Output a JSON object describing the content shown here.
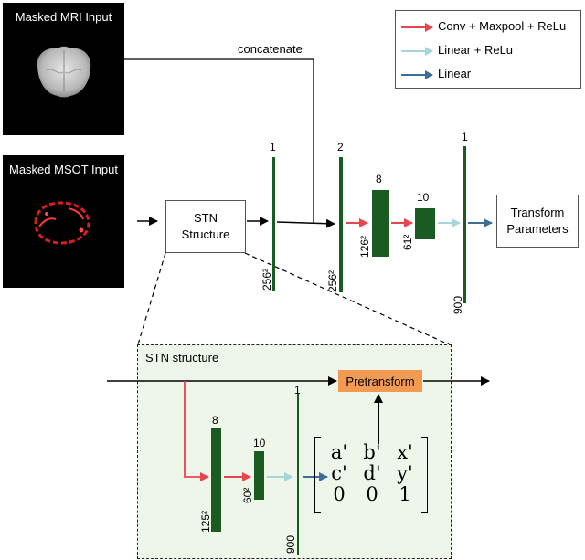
{
  "inputs": {
    "mri_title": "Masked MRI Input",
    "msot_title": "Masked MSOT Input"
  },
  "labels": {
    "concatenate": "concatenate",
    "stn_box_line1": "STN",
    "stn_box_line2": "Structure",
    "output_line1": "Transform",
    "output_line2": "Parameters",
    "stn_panel_title": "STN structure",
    "pretransform": "Pretransform"
  },
  "legend": [
    {
      "label": "Conv + Maxpool + ReLu",
      "color": "#e8454e"
    },
    {
      "label": "Linear + ReLu",
      "color": "#a6d6d8"
    },
    {
      "label": "Linear",
      "color": "#3d6f96"
    }
  ],
  "main_layers": [
    {
      "top_label": "1",
      "side_label": "256²"
    },
    {
      "top_label": "2",
      "side_label": "256²"
    },
    {
      "top_label": "8",
      "side_label": "126²"
    },
    {
      "top_label": "10",
      "side_label": "61²"
    },
    {
      "top_label": "1",
      "side_label": "900"
    }
  ],
  "stn_layers": [
    {
      "top_label": "8",
      "side_label": "125²"
    },
    {
      "top_label": "10",
      "side_label": "60²"
    },
    {
      "top_label": "1",
      "side_label": "900"
    }
  ],
  "matrix": [
    "a'",
    "b'",
    "x'",
    "c'",
    "d'",
    "y'",
    "0",
    "0",
    "1"
  ],
  "colors": {
    "layer_green": "#1a5b21",
    "conv_red": "#e8454e",
    "linear_relu_cyan": "#a6d6d8",
    "linear_blue": "#3d6f96",
    "pretransform_orange": "#f29a52",
    "stn_panel_bg": "#eef6e9"
  }
}
